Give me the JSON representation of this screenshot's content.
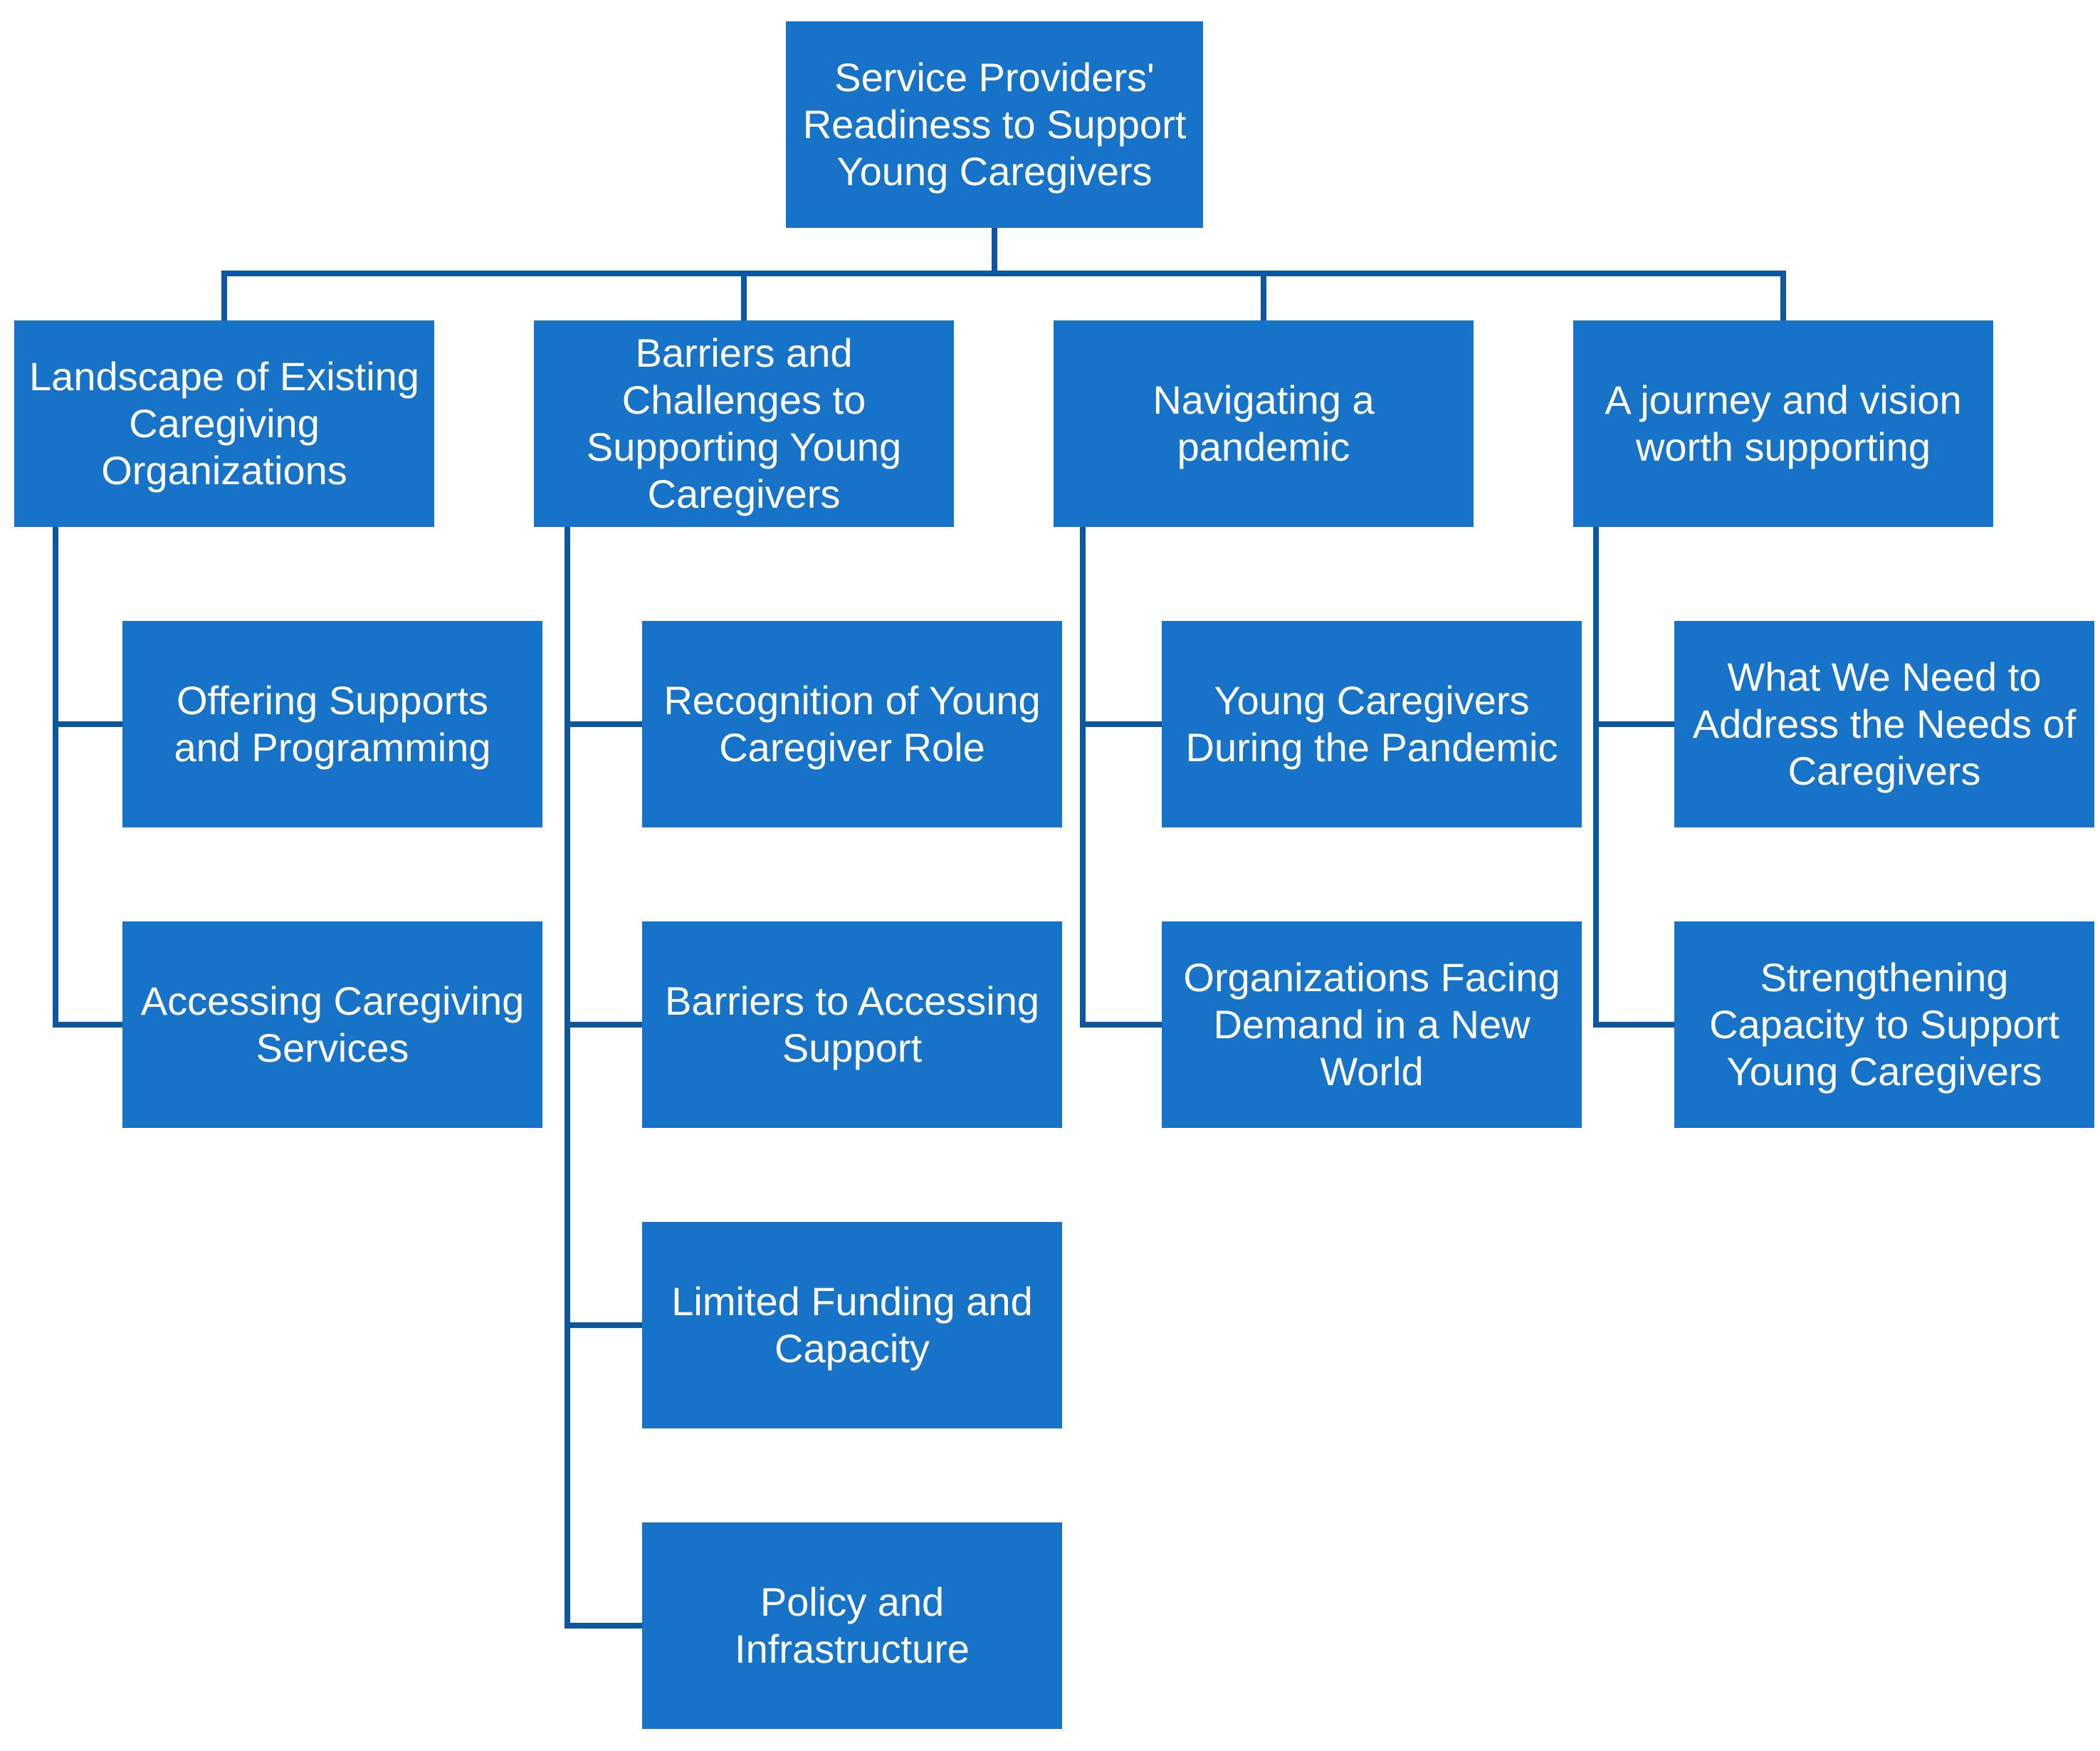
{
  "colors": {
    "background": "#FFFFFF",
    "box_fill": "#1773C8",
    "box_text": "#FFFFFF",
    "connector": "#0B57A1"
  },
  "diagram": {
    "type": "hierarchy-org-chart",
    "root": {
      "label": "Service Providers'\nReadiness to Support\nYoung Caregivers"
    },
    "branches": [
      {
        "label": "Landscape of Existing\nCaregiving\nOrganizations",
        "children": [
          "Offering Supports\nand Programming",
          "Accessing Caregiving\nServices"
        ]
      },
      {
        "label": "Barriers and\nChallenges to\nSupporting Young\nCaregivers",
        "children": [
          "Recognition of Young\nCaregiver Role",
          "Barriers to Accessing\nSupport",
          "Limited Funding and\nCapacity",
          "Policy and\nInfrastructure"
        ]
      },
      {
        "label": "Navigating a\npandemic",
        "children": [
          "Young Caregivers\nDuring the Pandemic",
          "Organizations Facing\nDemand in a New\nWorld"
        ]
      },
      {
        "label": "A journey and vision\nworth supporting",
        "children": [
          "What We Need to\nAddress the Needs of\nCaregivers",
          "Strengthening\nCapacity to Support\nYoung Caregivers"
        ]
      }
    ]
  }
}
